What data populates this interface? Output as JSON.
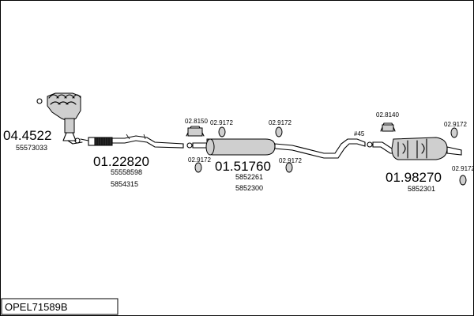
{
  "diagram": {
    "code": "OPEL71589B",
    "parts": [
      {
        "number": "04.4522",
        "refs": [
          "55573033"
        ]
      },
      {
        "number": "01.22820",
        "refs": [
          "55558598",
          "5854315"
        ]
      },
      {
        "number": "01.51760",
        "refs": [
          "5852261",
          "5852300"
        ]
      },
      {
        "number": "01.98270",
        "refs": [
          "5852301"
        ]
      }
    ],
    "accessories": {
      "a1": "02.8150",
      "a2": "02.9172",
      "a3": "02.9172",
      "a4": "02.9172",
      "a5": "02.9172",
      "a6": "02.8140",
      "a7": "02.9172",
      "a8": "02.9172"
    },
    "small_label": "#45"
  }
}
